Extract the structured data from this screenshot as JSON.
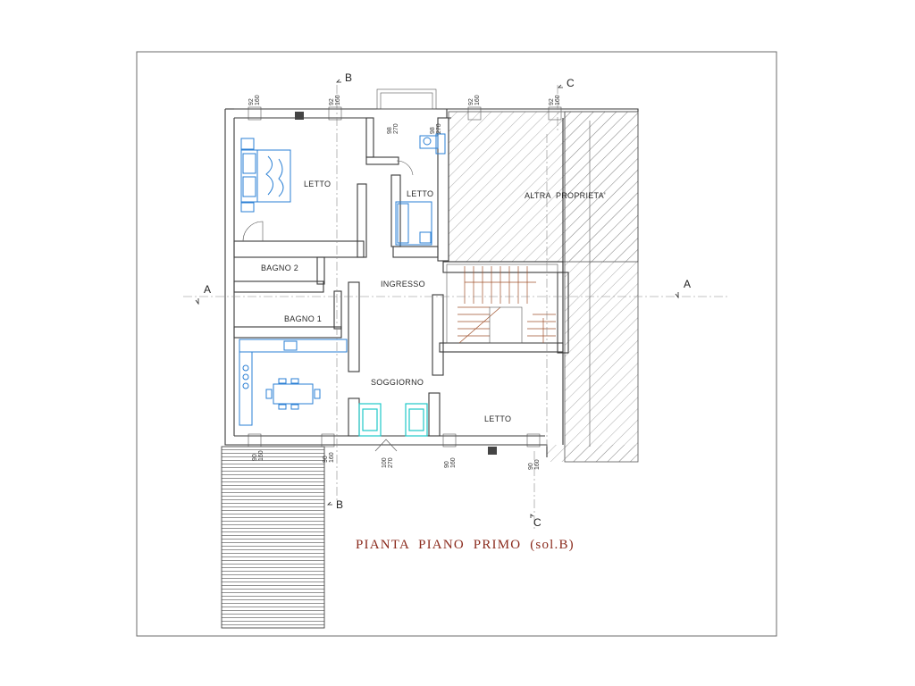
{
  "title": "PIANTA  PIANO  PRIMO  (sol.B)",
  "rooms": {
    "letto_1": "LETTO",
    "letto_2": "LETTO",
    "letto_3": "LETTO",
    "altra_proprieta": "ALTRA  PROPRIETA'",
    "bagno_2": "BAGNO 2",
    "bagno_1": "BAGNO 1",
    "ingresso": "INGRESSO",
    "soggiorno": "SOGGIORNO"
  },
  "sections": {
    "a": "A",
    "b": "B",
    "c": "C"
  },
  "dimensions": {
    "w92": "92",
    "w160": "160",
    "w98": "98",
    "w270": "270",
    "w90": "90",
    "w100": "100"
  },
  "colors": {
    "frame": "#6b6b6b",
    "title": "#8a2a1c",
    "furniture_blue": "#2a7fd4",
    "furniture_cyan": "#1ec9c9",
    "stairs": "#a0522d"
  }
}
